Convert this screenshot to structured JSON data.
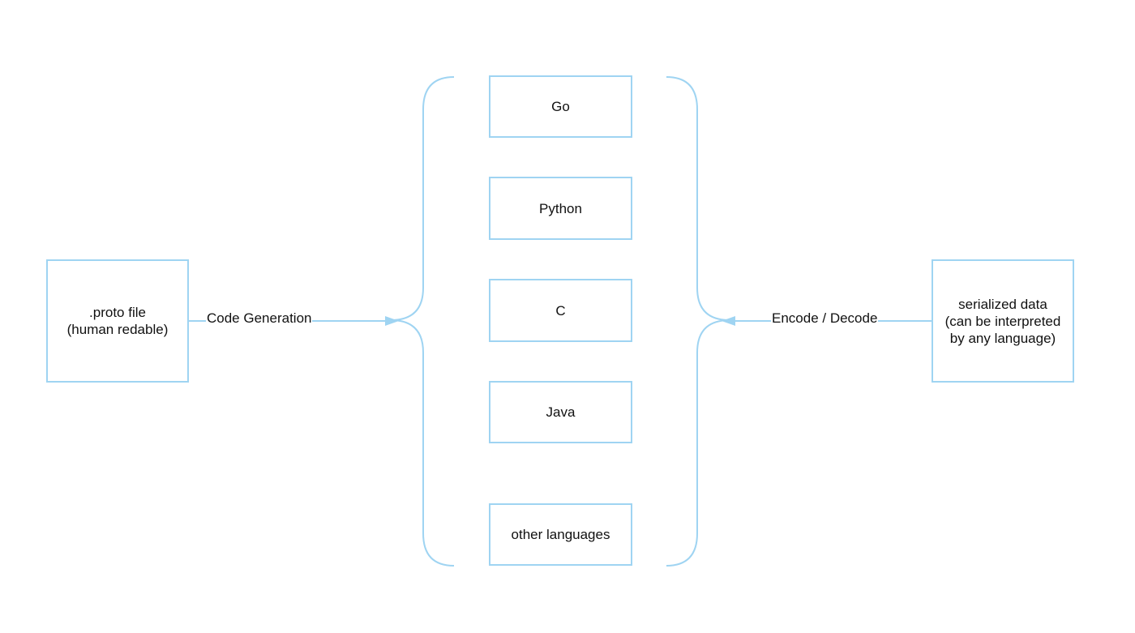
{
  "source_node": {
    "label": ".proto file\n(human redable)"
  },
  "target_node": {
    "label": "serialized data\n(can be interpreted\nby any language)"
  },
  "languages": [
    {
      "label": "Go"
    },
    {
      "label": "Python"
    },
    {
      "label": "C"
    },
    {
      "label": "Java"
    },
    {
      "label": "other languages"
    }
  ],
  "edges": {
    "left": {
      "label": "Code Generation"
    },
    "right": {
      "label": "Encode / Decode"
    }
  },
  "colors": {
    "stroke": "#9fd4f2",
    "text": "#111111",
    "background": "#ffffff"
  }
}
